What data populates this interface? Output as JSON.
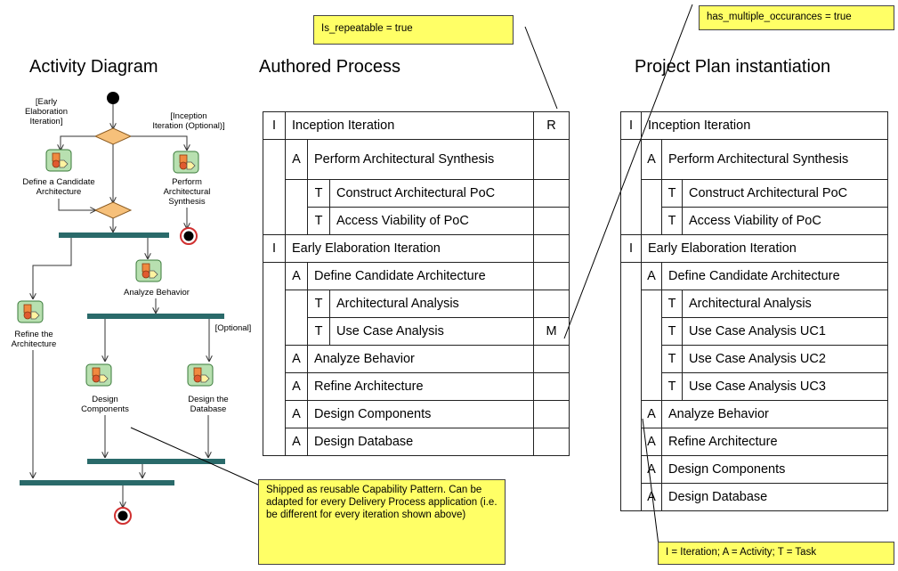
{
  "headings": {
    "activity": "Activity Diagram",
    "authored": "Authored Process",
    "plan": "Project Plan instantiation"
  },
  "notes": {
    "repeatable": "Is_repeatable = true",
    "multiple": "has_multiple_occurances = true",
    "shipped": "Shipped as reusable Capability Pattern. Can be adapted for every Delivery Process application (i.e. be different for every iteration shown above)",
    "legend": "I = Iteration; A = Activity; T = Task"
  },
  "diagram": {
    "guard_early_1": "[Early",
    "guard_early_2": "Elaboration",
    "guard_early_3": "Iteration]",
    "guard_inception_1": "[Inception",
    "guard_inception_2": "Iteration (Optional)]",
    "define_candidate_1": "Define a Candidate",
    "define_candidate_2": "Architecture",
    "perform_1": "Perform",
    "perform_2": "Architectural",
    "perform_3": "Synthesis",
    "analyze": "Analyze Behavior",
    "refine_1": "Refine the",
    "refine_2": "Architecture",
    "optional": "[Optional]",
    "design_comp_1": "Design",
    "design_comp_2": "Components",
    "design_db_1": "Design the",
    "design_db_2": "Database"
  },
  "authored": {
    "inception": {
      "kind": "I",
      "label": "Inception Iteration",
      "flag": "R"
    },
    "perform": {
      "kind": "A",
      "label": "Perform Architectural Synthesis"
    },
    "construct_poc": {
      "kind": "T",
      "label": "Construct Architectural PoC"
    },
    "access_poc": {
      "kind": "T",
      "label": "Access Viability of PoC"
    },
    "early": {
      "kind": "I",
      "label": "Early Elaboration Iteration"
    },
    "define": {
      "kind": "A",
      "label": "Define Candidate Architecture"
    },
    "arch_analysis": {
      "kind": "T",
      "label": "Architectural Analysis"
    },
    "uc_analysis": {
      "kind": "T",
      "label": "Use Case Analysis",
      "flag": "M"
    },
    "analyze": {
      "kind": "A",
      "label": "Analyze Behavior"
    },
    "refine": {
      "kind": "A",
      "label": "Refine Architecture"
    },
    "design_comp": {
      "kind": "A",
      "label": "Design Components"
    },
    "design_db": {
      "kind": "A",
      "label": "Design Database"
    }
  },
  "plan": {
    "inception": {
      "kind": "I",
      "label": "Inception Iteration"
    },
    "perform": {
      "kind": "A",
      "label": "Perform Architectural Synthesis"
    },
    "construct_poc": {
      "kind": "T",
      "label": "Construct Architectural PoC"
    },
    "access_poc": {
      "kind": "T",
      "label": "Access Viability of PoC"
    },
    "early": {
      "kind": "I",
      "label": "Early Elaboration Iteration"
    },
    "define": {
      "kind": "A",
      "label": "Define Candidate Architecture"
    },
    "arch_analysis": {
      "kind": "T",
      "label": "Architectural Analysis"
    },
    "uc1": {
      "kind": "T",
      "label": "Use Case Analysis UC1"
    },
    "uc2": {
      "kind": "T",
      "label": "Use Case Analysis UC2"
    },
    "uc3": {
      "kind": "T",
      "label": "Use Case Analysis UC3"
    },
    "analyze": {
      "kind": "A",
      "label": "Analyze Behavior"
    },
    "refine": {
      "kind": "A",
      "label": "Refine Architecture"
    },
    "design_comp": {
      "kind": "A",
      "label": "Design Components"
    },
    "design_db": {
      "kind": "A",
      "label": "Design Database"
    }
  }
}
